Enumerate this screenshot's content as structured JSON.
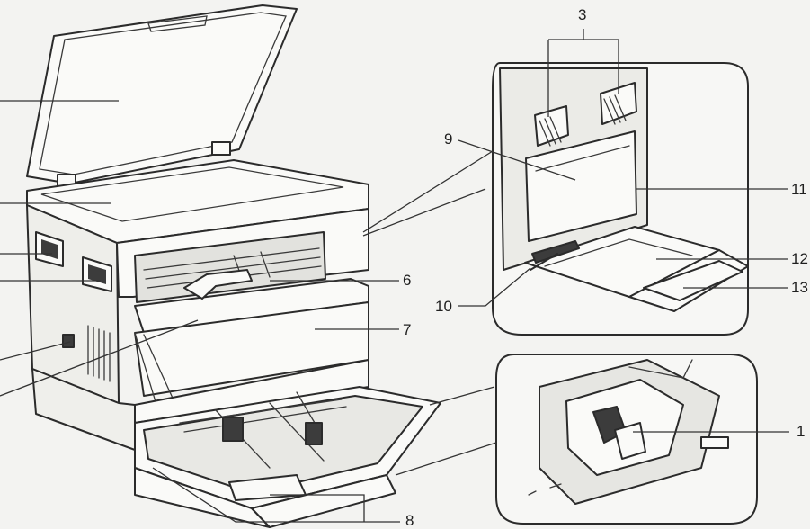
{
  "labels": {
    "l3": "3",
    "l6": "6",
    "l7": "7",
    "l8": "8",
    "l9": "9",
    "l10": "10",
    "l11": "11",
    "l12": "12",
    "l13": "13",
    "l14": "1"
  }
}
